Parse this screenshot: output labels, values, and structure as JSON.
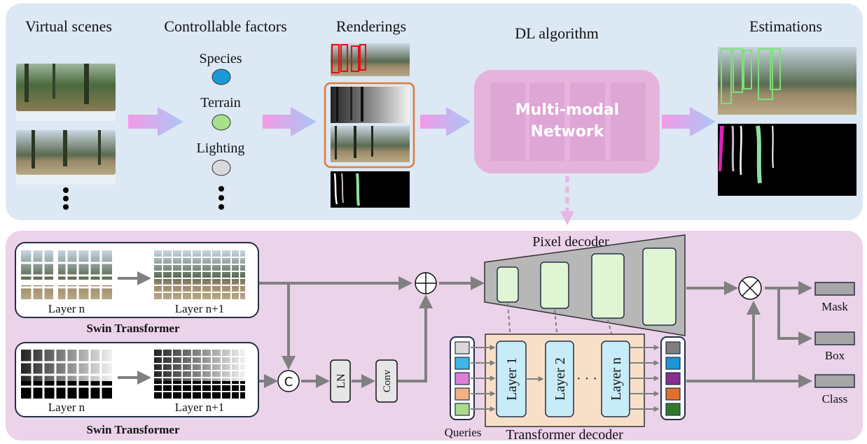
{
  "top": {
    "sections": [
      {
        "title": "Virtual scenes"
      },
      {
        "title": "Controllable factors"
      },
      {
        "title": "Renderings"
      },
      {
        "title": "DL algorithm"
      },
      {
        "title": "Estimations"
      }
    ],
    "factors": [
      {
        "label": "Species",
        "color": "#1a9bd7"
      },
      {
        "label": "Terrain",
        "color": "#a6e28c"
      },
      {
        "label": "Lighting",
        "color": "#d9d9d9"
      }
    ],
    "network": {
      "line1": "Multi-modal",
      "line2": "Network"
    }
  },
  "bottom": {
    "swin_top": {
      "layer_a": "Layer n",
      "layer_b": "Layer n+1",
      "caption": "Swin Transformer"
    },
    "swin_bottom": {
      "layer_a": "Layer n",
      "layer_b": "Layer n+1",
      "caption": "Swin Transformer"
    },
    "concat_symbol": "C",
    "ln": "LN",
    "conv": "Conv",
    "pixel_decoder": "Pixel decoder",
    "transformer_decoder": "Transformer decoder",
    "queries_label": "Queries",
    "layers": [
      "Layer 1",
      "Layer 2",
      "Layer n"
    ],
    "ellipsis": "· · ·",
    "outputs": [
      "Mask",
      "Box",
      "Class"
    ],
    "query_colors": [
      "#d9d9d9",
      "#3fb6e8",
      "#de7fd8",
      "#f4b183",
      "#a9dc8d"
    ],
    "class_colors": [
      "#7f7f7f",
      "#1c96d4",
      "#8a2e8f",
      "#e0702a",
      "#2f7a2a"
    ]
  },
  "colors": {
    "top_panel": "#dce8f4",
    "bottom_panel": "#ebd3ea",
    "network_fill": "#e6b3dc",
    "pixel_decoder_fill": "#b7b7b7",
    "decoder_block_fill": "#dff5d4",
    "transformer_bg": "#f8e0c8",
    "layer_fill": "#c7ecf7",
    "output_box": "#a6a6a6",
    "arrow": "#808080",
    "rendering_outline": "#e07b39"
  }
}
